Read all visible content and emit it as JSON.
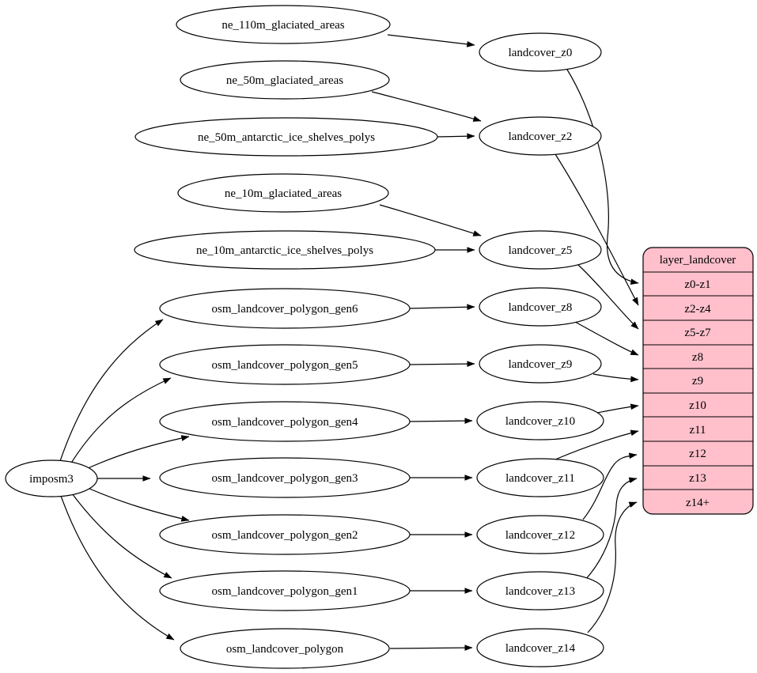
{
  "colors": {
    "layer_fill": "#ffc0cb",
    "node_fill": "#ffffff",
    "line": "#000000"
  },
  "nodes": {
    "imposm3": {
      "label": "imposm3"
    },
    "ne_110m_glaciated_areas": {
      "label": "ne_110m_glaciated_areas"
    },
    "ne_50m_glaciated_areas": {
      "label": "ne_50m_glaciated_areas"
    },
    "ne_50m_antarctic_ice_shelves_polys": {
      "label": "ne_50m_antarctic_ice_shelves_polys"
    },
    "ne_10m_glaciated_areas": {
      "label": "ne_10m_glaciated_areas"
    },
    "ne_10m_antarctic_ice_shelves_polys": {
      "label": "ne_10m_antarctic_ice_shelves_polys"
    },
    "osm_landcover_polygon_gen6": {
      "label": "osm_landcover_polygon_gen6"
    },
    "osm_landcover_polygon_gen5": {
      "label": "osm_landcover_polygon_gen5"
    },
    "osm_landcover_polygon_gen4": {
      "label": "osm_landcover_polygon_gen4"
    },
    "osm_landcover_polygon_gen3": {
      "label": "osm_landcover_polygon_gen3"
    },
    "osm_landcover_polygon_gen2": {
      "label": "osm_landcover_polygon_gen2"
    },
    "osm_landcover_polygon_gen1": {
      "label": "osm_landcover_polygon_gen1"
    },
    "osm_landcover_polygon": {
      "label": "osm_landcover_polygon"
    },
    "landcover_z0": {
      "label": "landcover_z0"
    },
    "landcover_z2": {
      "label": "landcover_z2"
    },
    "landcover_z5": {
      "label": "landcover_z5"
    },
    "landcover_z8": {
      "label": "landcover_z8"
    },
    "landcover_z9": {
      "label": "landcover_z9"
    },
    "landcover_z10": {
      "label": "landcover_z10"
    },
    "landcover_z11": {
      "label": "landcover_z11"
    },
    "landcover_z12": {
      "label": "landcover_z12"
    },
    "landcover_z13": {
      "label": "landcover_z13"
    },
    "landcover_z14": {
      "label": "landcover_z14"
    }
  },
  "layer_table": {
    "title": "layer_landcover",
    "rows": [
      "z0-z1",
      "z2-z4",
      "z5-z7",
      "z8",
      "z9",
      "z10",
      "z11",
      "z12",
      "z13",
      "z14+"
    ]
  },
  "edges": [
    {
      "from": "ne_110m_glaciated_areas",
      "to": "landcover_z0"
    },
    {
      "from": "ne_50m_glaciated_areas",
      "to": "landcover_z2"
    },
    {
      "from": "ne_50m_antarctic_ice_shelves_polys",
      "to": "landcover_z2"
    },
    {
      "from": "ne_10m_glaciated_areas",
      "to": "landcover_z5"
    },
    {
      "from": "ne_10m_antarctic_ice_shelves_polys",
      "to": "landcover_z5"
    },
    {
      "from": "osm_landcover_polygon_gen6",
      "to": "landcover_z8"
    },
    {
      "from": "osm_landcover_polygon_gen5",
      "to": "landcover_z9"
    },
    {
      "from": "osm_landcover_polygon_gen4",
      "to": "landcover_z10"
    },
    {
      "from": "osm_landcover_polygon_gen3",
      "to": "landcover_z11"
    },
    {
      "from": "osm_landcover_polygon_gen2",
      "to": "landcover_z12"
    },
    {
      "from": "osm_landcover_polygon_gen1",
      "to": "landcover_z13"
    },
    {
      "from": "osm_landcover_polygon",
      "to": "landcover_z14"
    },
    {
      "from": "imposm3",
      "to": "osm_landcover_polygon_gen6"
    },
    {
      "from": "imposm3",
      "to": "osm_landcover_polygon_gen5"
    },
    {
      "from": "imposm3",
      "to": "osm_landcover_polygon_gen4"
    },
    {
      "from": "imposm3",
      "to": "osm_landcover_polygon_gen3"
    },
    {
      "from": "imposm3",
      "to": "osm_landcover_polygon_gen2"
    },
    {
      "from": "imposm3",
      "to": "osm_landcover_polygon_gen1"
    },
    {
      "from": "imposm3",
      "to": "osm_landcover_polygon"
    },
    {
      "from": "landcover_z0",
      "to": "layer_landcover:z0-z1"
    },
    {
      "from": "landcover_z2",
      "to": "layer_landcover:z2-z4"
    },
    {
      "from": "landcover_z5",
      "to": "layer_landcover:z5-z7"
    },
    {
      "from": "landcover_z8",
      "to": "layer_landcover:z8"
    },
    {
      "from": "landcover_z9",
      "to": "layer_landcover:z9"
    },
    {
      "from": "landcover_z10",
      "to": "layer_landcover:z10"
    },
    {
      "from": "landcover_z11",
      "to": "layer_landcover:z11"
    },
    {
      "from": "landcover_z12",
      "to": "layer_landcover:z12"
    },
    {
      "from": "landcover_z13",
      "to": "layer_landcover:z13"
    },
    {
      "from": "landcover_z14",
      "to": "layer_landcover:z14+"
    }
  ]
}
